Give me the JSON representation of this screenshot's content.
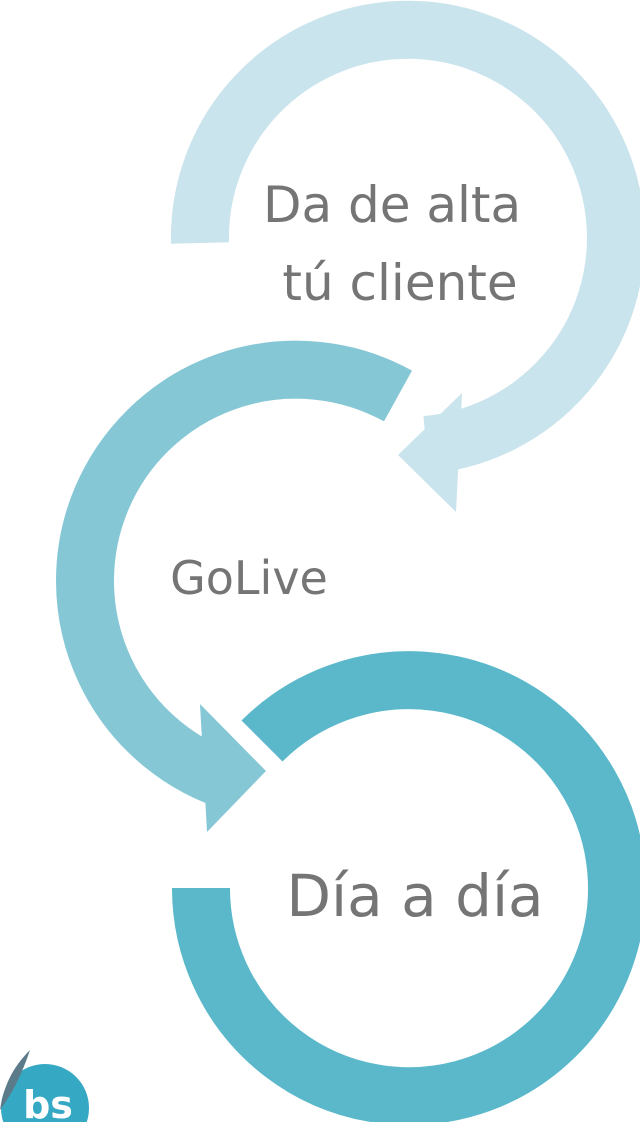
{
  "diagram": {
    "steps": [
      {
        "lines": [
          "Da de alta",
          "tú cliente"
        ],
        "color": "#c9e4ec"
      },
      {
        "lines": [
          "GoLive"
        ],
        "color": "#86c7d6"
      },
      {
        "lines": [
          "Día a día"
        ],
        "color": "#5ab8ca"
      }
    ]
  },
  "logo": {
    "text": "bs",
    "color": "#35a9c4",
    "leaf_color": "#5c7b8a"
  }
}
